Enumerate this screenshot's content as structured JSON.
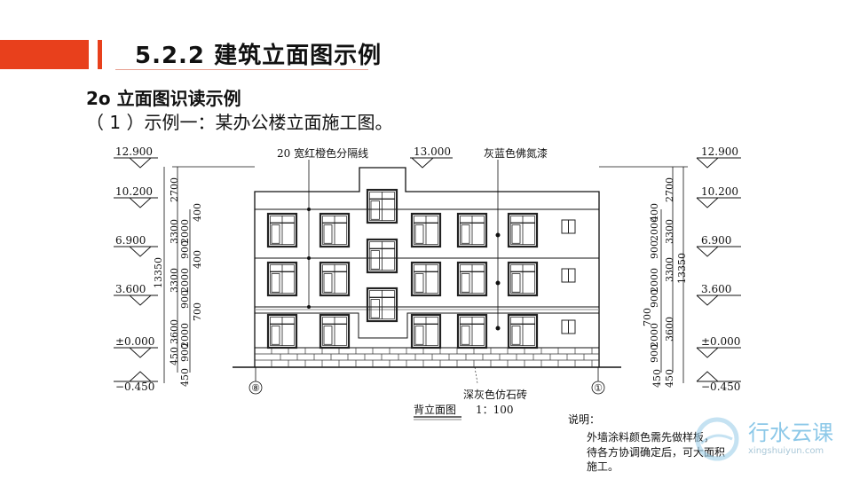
{
  "slide": {
    "title": "5.2.2  建筑立面图示例",
    "heading": "2o 立面图识读示例",
    "subheading": "（ 1 ）示例一：某办公楼立面施工图。"
  },
  "drawing": {
    "annotation_divider": "20 宽红橙色分隔线",
    "annotation_paint": "灰蓝色佛氮漆",
    "annotation_base": "深灰色仿石砖",
    "top_level": "13.000",
    "levels": [
      "12.900",
      "10.200",
      "6.900",
      "3.600",
      "±0.000",
      "−0.450"
    ],
    "axis_left": "⑧",
    "axis_right": "①",
    "drawing_title": "背立面图",
    "scale": "1：100",
    "dims_outer": [
      "2700",
      "3300",
      "3300",
      "3600",
      "450"
    ],
    "dims_total": "13350",
    "dims_inner": [
      "400",
      "2000",
      "900",
      "400",
      "2000",
      "900",
      "700",
      "2000",
      "900",
      "450"
    ]
  },
  "notes": {
    "label": "说明：",
    "lines": [
      "外墙涂料颜色需先做样板，",
      "待各方协调确定后，可大面积",
      "施工。"
    ]
  },
  "watermark": {
    "name": "行水云课",
    "url": "xingshuiyun.com"
  }
}
